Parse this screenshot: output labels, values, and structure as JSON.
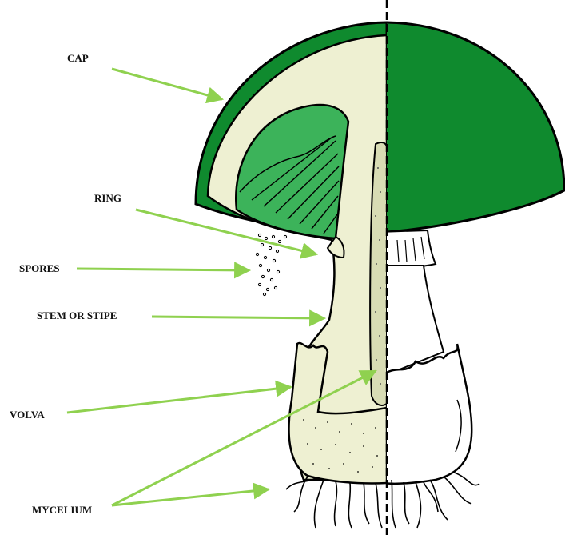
{
  "labels": {
    "cap": "CAP",
    "ring": "RING",
    "spores": "SPORES",
    "stem": "STEM OR STIPE",
    "volva": "VOLVA",
    "mycelium": "MYCELIUM"
  },
  "colors": {
    "cap_green": "#0f8a2e",
    "gill_green": "#3cb35a",
    "flesh": "#eef0d2",
    "arrow": "#8fd14f",
    "outline": "#000000",
    "white_part": "#ffffff"
  }
}
